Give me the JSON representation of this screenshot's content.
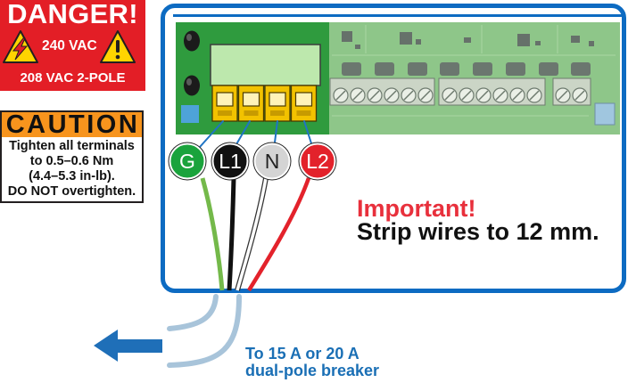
{
  "danger": {
    "title": "DANGER!",
    "voltage": "240 VAC",
    "pole": "208 VAC 2-POLE",
    "icons": [
      "high-voltage-icon",
      "warning-icon"
    ],
    "color": "#e31e26"
  },
  "caution": {
    "title": "CAUTION",
    "lines": [
      "Tighten all terminals",
      "to 0.5–0.6 Nm",
      "(4.4–5.3 in-lb).",
      "DO NOT overtighten."
    ],
    "color": "#f7941d"
  },
  "wires": [
    {
      "label": "G",
      "color": "#1aa33c"
    },
    {
      "label": "L1",
      "color": "#111111"
    },
    {
      "label": "N",
      "color": "#d4d4d4"
    },
    {
      "label": "L2",
      "color": "#e3222b"
    }
  ],
  "note": {
    "heading": "Important!",
    "text": "Strip wires to 12 mm.",
    "heading_color": "#e8303c"
  },
  "breaker": {
    "lines": [
      "To 15 A or 20 A",
      "dual-pole breaker"
    ],
    "icon": "arrow-left-icon",
    "color": "#1a6fb5"
  },
  "accent_color": "#0d6bc2"
}
